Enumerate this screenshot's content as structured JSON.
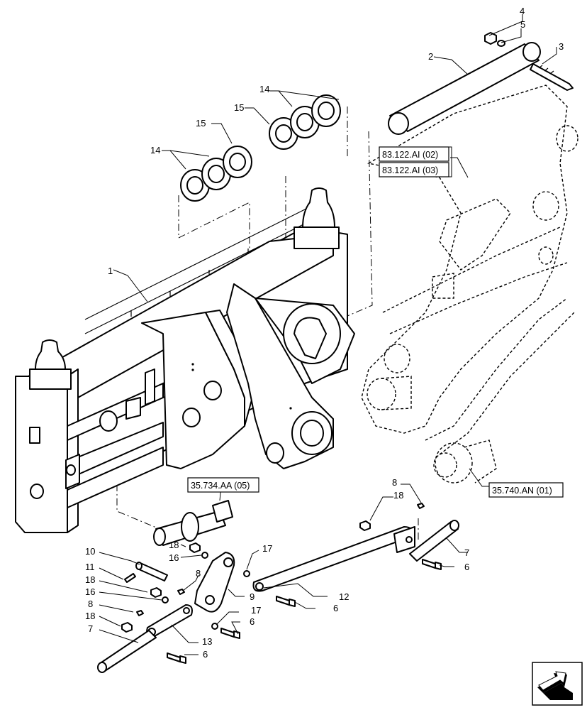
{
  "callouts": [
    "1",
    "2",
    "3",
    "4",
    "5",
    "6",
    "7",
    "8",
    "9",
    "10",
    "11",
    "12",
    "13",
    "14",
    "15",
    "16",
    "17",
    "18"
  ],
  "references": {
    "ref_83_122_ai_02": "83.122.AI (02)",
    "ref_83_122_ai_03": "83.122.AI (03)",
    "ref_35_734_aa_05": "35.734.AA (05)",
    "ref_35_740_an_01": "35.740.AN (01)"
  },
  "nav_icon": "next-page-arrow-icon"
}
